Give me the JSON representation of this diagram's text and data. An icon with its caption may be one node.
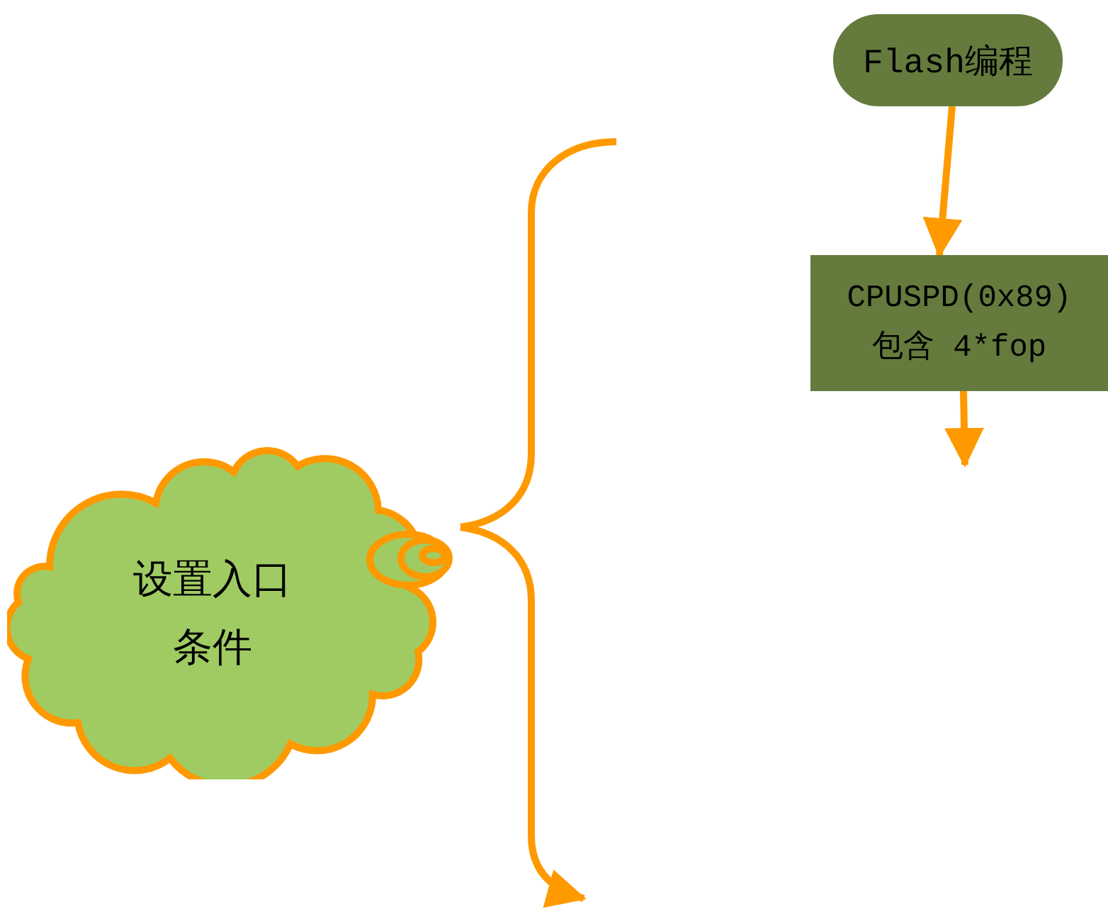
{
  "diagram": {
    "nodes": [
      {
        "text": [
          "设置入口条件"
        ]
      },
      {
        "text": [
          "Flash编程"
        ]
      },
      {
        "text": [
          "CPUSPD(0x89) 包含 4*fop"
        ]
      }
    ],
    "edges": [
      {
        "from": 1,
        "to": 2,
        "arrow": "to"
      },
      {
        "from": 2,
        "to": null,
        "arrow": "to"
      },
      {
        "from": 0,
        "to": null,
        "arrow": "none"
      },
      {
        "from": 0,
        "to": null,
        "arrow": "to"
      }
    ]
  }
}
